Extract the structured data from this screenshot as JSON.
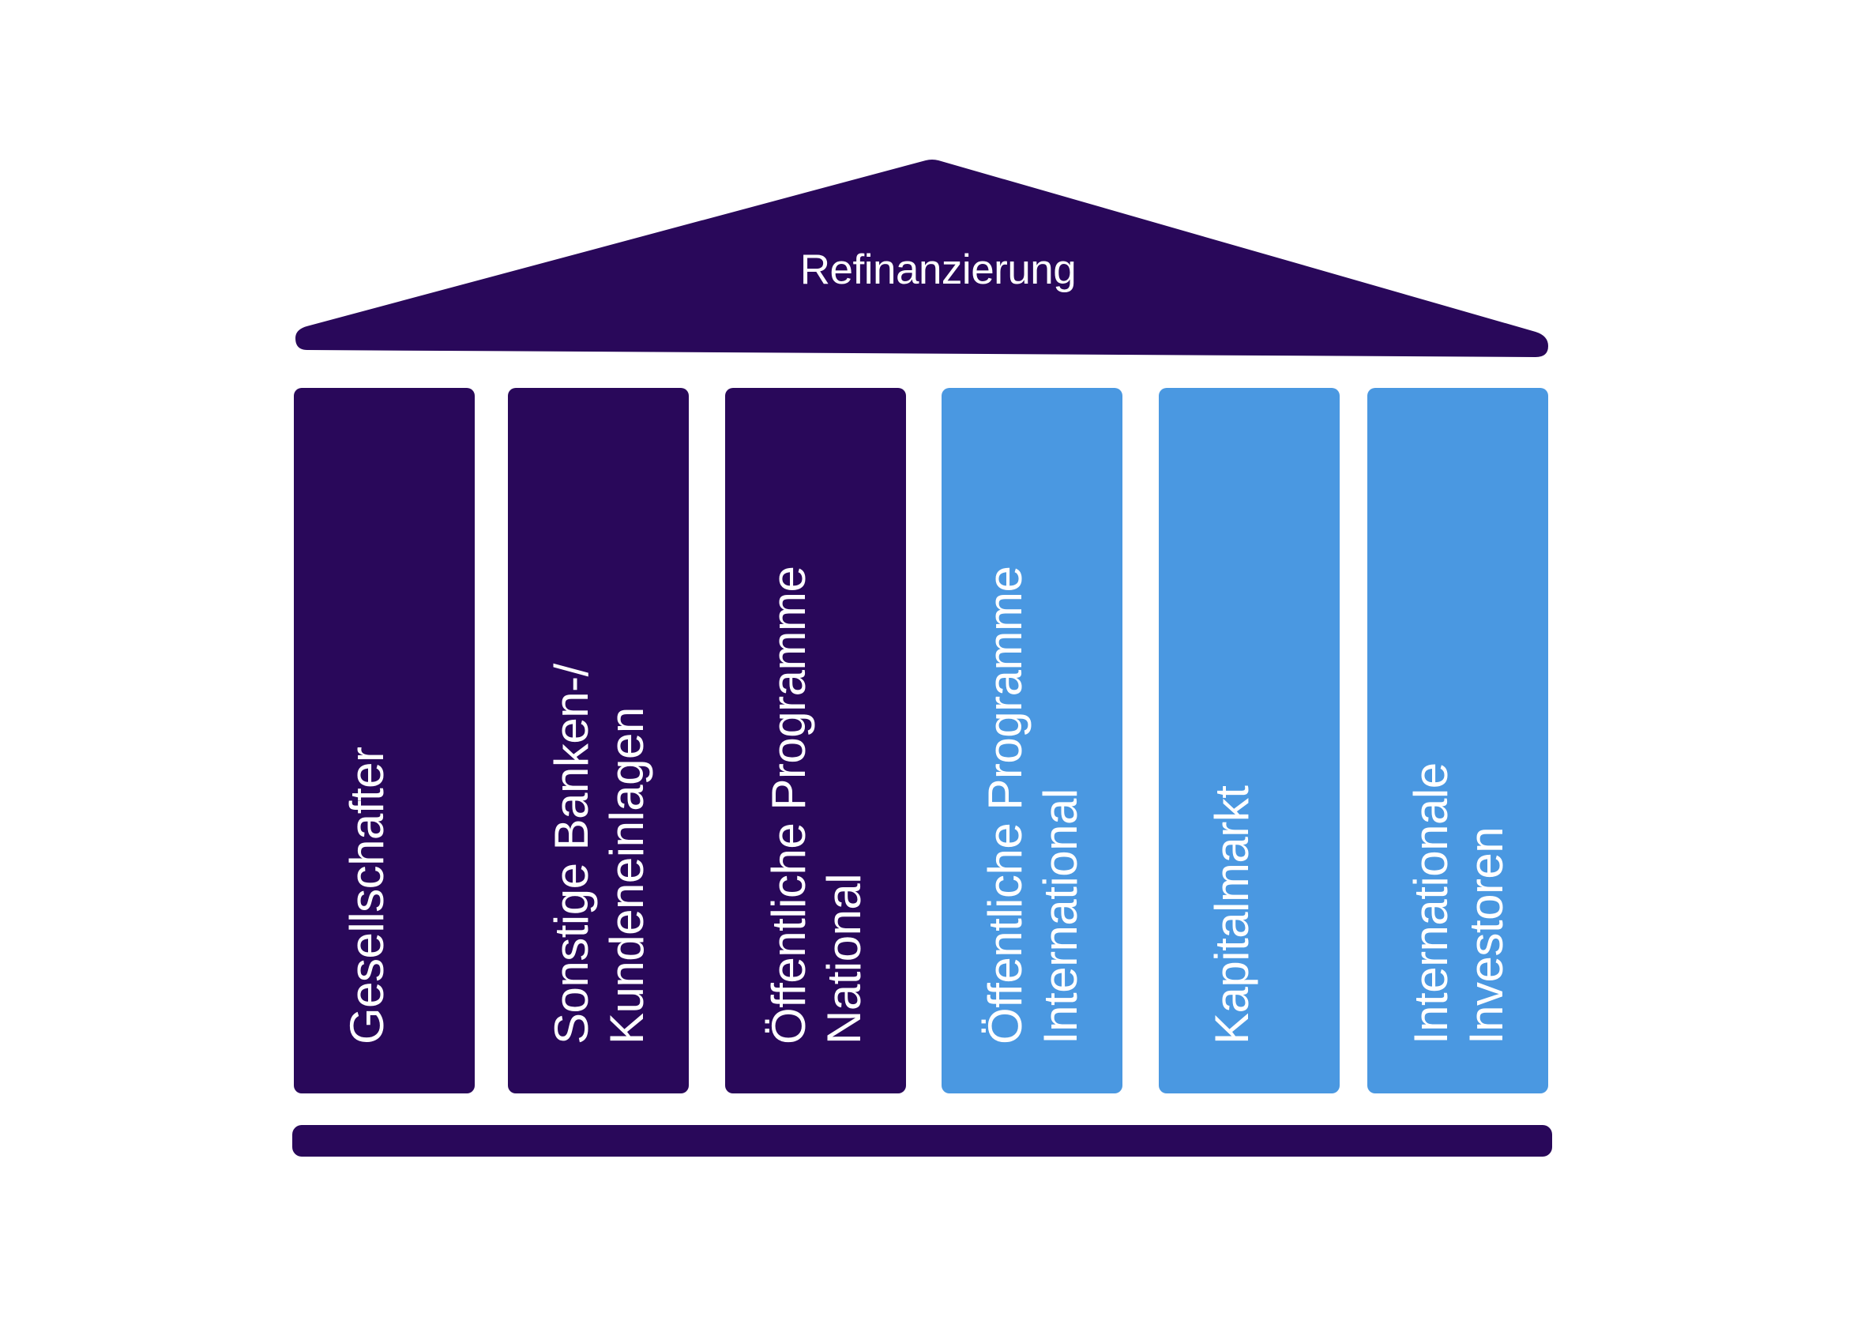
{
  "title": "Refinanzierung",
  "colors": {
    "dark": "#29085a",
    "light": "#4a98e1",
    "text": "#ffffff"
  },
  "pillars": [
    {
      "lines": [
        "Gesellschafter"
      ],
      "tone": "dark"
    },
    {
      "lines": [
        "Sonstige Banken-/",
        "Kundeneinlagen"
      ],
      "tone": "dark"
    },
    {
      "lines": [
        "Öffentliche Programme",
        "National"
      ],
      "tone": "dark"
    },
    {
      "lines": [
        "Öffentliche Programme",
        "International"
      ],
      "tone": "light"
    },
    {
      "lines": [
        "Kapitalmarkt"
      ],
      "tone": "light"
    },
    {
      "lines": [
        "Internationale",
        "Investoren"
      ],
      "tone": "light"
    }
  ]
}
